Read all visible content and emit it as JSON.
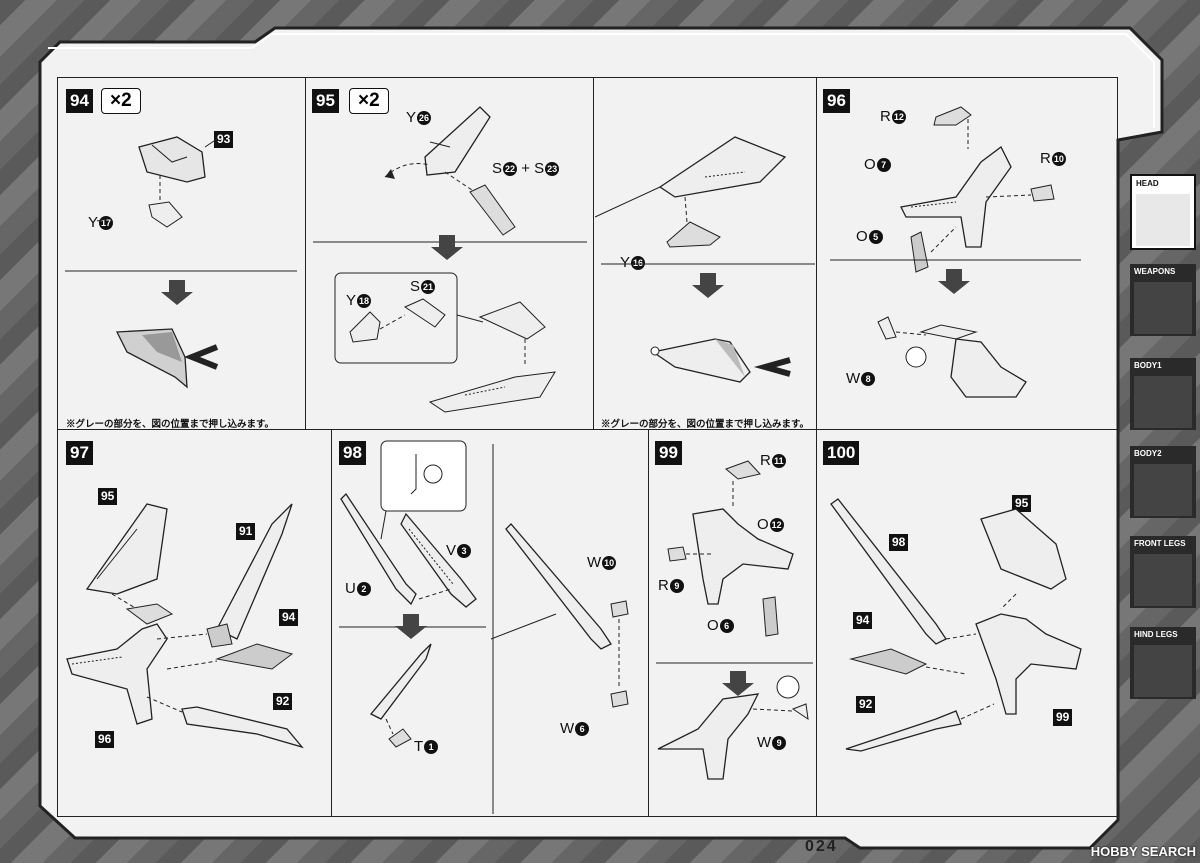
{
  "steps": {
    "s94": {
      "number": "94",
      "multiplier": "×2",
      "note": "※グレーの部分を、図の位置まで押し込みます。",
      "parts": [
        {
          "letter": "Y",
          "num": "17"
        }
      ],
      "refs": [
        "93"
      ]
    },
    "s95": {
      "number": "95",
      "multiplier": "×2",
      "note": "※グレーの部分を、図の位置まで押し込みます。",
      "parts": [
        {
          "letter": "Y",
          "num": "26"
        },
        {
          "letter": "S",
          "num": "22"
        },
        {
          "letter": "S",
          "num": "23"
        },
        {
          "letter": "Y",
          "num": "18"
        },
        {
          "letter": "S",
          "num": "21"
        },
        {
          "letter": "Y",
          "num": "16"
        }
      ],
      "plus": "+"
    },
    "s96": {
      "number": "96",
      "parts": [
        {
          "letter": "R",
          "num": "12"
        },
        {
          "letter": "O",
          "num": "7"
        },
        {
          "letter": "R",
          "num": "10"
        },
        {
          "letter": "O",
          "num": "5"
        },
        {
          "letter": "W",
          "num": "8"
        }
      ]
    },
    "s97": {
      "number": "97",
      "refs": [
        "95",
        "91",
        "94",
        "96",
        "92"
      ]
    },
    "s98": {
      "number": "98",
      "parts": [
        {
          "letter": "U",
          "num": "2"
        },
        {
          "letter": "V",
          "num": "3"
        },
        {
          "letter": "T",
          "num": "1"
        },
        {
          "letter": "W",
          "num": "10"
        },
        {
          "letter": "W",
          "num": "6"
        }
      ]
    },
    "s99": {
      "number": "99",
      "parts": [
        {
          "letter": "R",
          "num": "11"
        },
        {
          "letter": "O",
          "num": "12"
        },
        {
          "letter": "R",
          "num": "9"
        },
        {
          "letter": "O",
          "num": "6"
        },
        {
          "letter": "W",
          "num": "9"
        }
      ]
    },
    "s100": {
      "number": "100",
      "refs": [
        "98",
        "95",
        "94",
        "92",
        "99"
      ]
    }
  },
  "tabs": [
    {
      "label": "HEAD",
      "active": true
    },
    {
      "label": "WEAPONS",
      "active": false
    },
    {
      "label": "BODY1",
      "active": false
    },
    {
      "label": "BODY2",
      "active": false
    },
    {
      "label": "FRONT LEGS",
      "active": false
    },
    {
      "label": "HIND LEGS",
      "active": false
    }
  ],
  "page_number": "024",
  "watermark": "HOBBY SEARCH"
}
